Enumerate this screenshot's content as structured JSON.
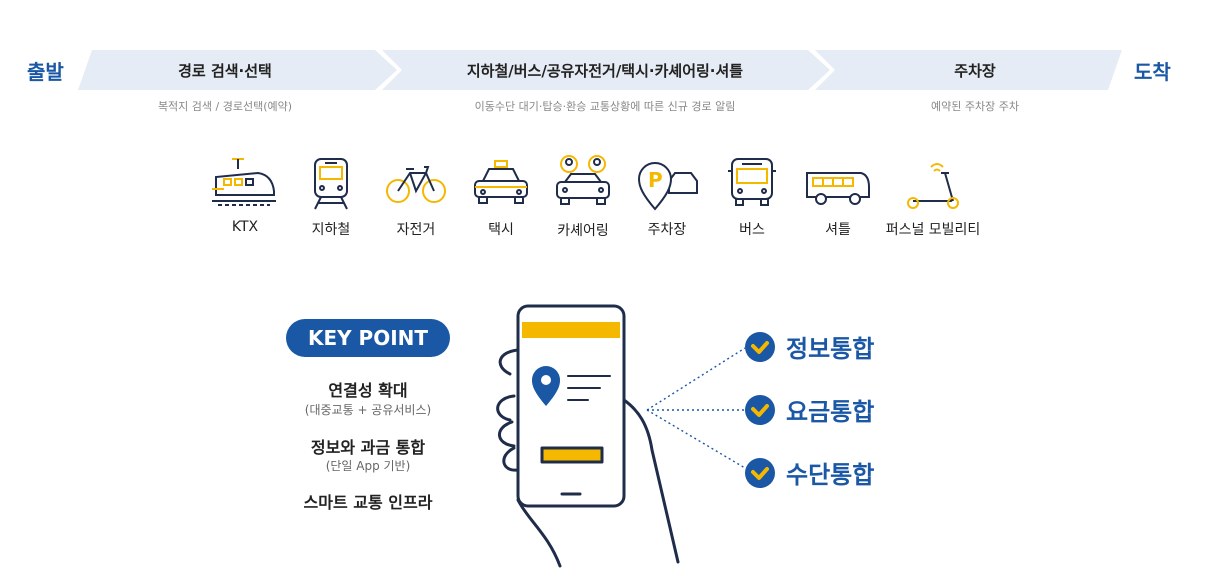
{
  "flow": {
    "start": "출발",
    "end": "도착",
    "stages": [
      {
        "title": "경로 검색·선택",
        "subtitle": "복적지 검색 / 경로선택(예약)"
      },
      {
        "title": "지하철/버스/공유자전거/택시·카셰어링·셔틀",
        "subtitle": "이동수단 대기·탑승·환승 교통상황에 따른 신규 경로 알림"
      },
      {
        "title": "주차장",
        "subtitle": "예약된 주차장 주차"
      }
    ]
  },
  "modes": [
    {
      "label": "KTX",
      "icon": "ktx-train-icon"
    },
    {
      "label": "지하철",
      "icon": "subway-icon"
    },
    {
      "label": "자전거",
      "icon": "bicycle-icon"
    },
    {
      "label": "택시",
      "icon": "taxi-icon"
    },
    {
      "label": "카셰어링",
      "icon": "carsharing-icon"
    },
    {
      "label": "주차장",
      "icon": "parking-icon"
    },
    {
      "label": "버스",
      "icon": "bus-icon"
    },
    {
      "label": "셔틀",
      "icon": "shuttle-icon"
    },
    {
      "label": "퍼스널 모빌리티",
      "icon": "scooter-icon"
    }
  ],
  "key_point": {
    "badge": "KEY POINT",
    "items": [
      {
        "title": "연결성 확대",
        "subtitle": "(대중교통 + 공유서비스)"
      },
      {
        "title": "정보와 과금 통합",
        "subtitle": "(단일 App 기반)"
      },
      {
        "title": "스마트 교통 인프라",
        "subtitle": ""
      }
    ]
  },
  "benefits": [
    {
      "label": "정보통합",
      "icon": "check-icon"
    },
    {
      "label": "요금통합",
      "icon": "check-icon"
    },
    {
      "label": "수단통합",
      "icon": "check-icon"
    }
  ],
  "colors": {
    "primary": "#1a57a5",
    "accent": "#f5b800",
    "band": "#e6ecf5",
    "line": "#1f2c4a"
  }
}
